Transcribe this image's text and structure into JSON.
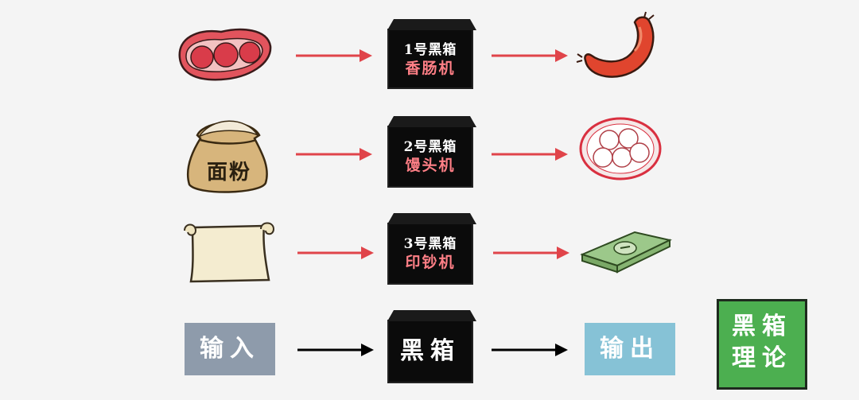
{
  "rows": [
    {
      "input": "meat-icon",
      "box_title": "1号黑箱",
      "box_name": "香肠机",
      "output": "sausage-icon"
    },
    {
      "input": "flour-sack-icon",
      "input_label": "面粉",
      "box_title": "2号黑箱",
      "box_name": "馒头机",
      "output": "steamed-buns-icon"
    },
    {
      "input": "paper-scroll-icon",
      "box_title": "3号黑箱",
      "box_name": "印钞机",
      "output": "banknote-stack-icon"
    }
  ],
  "summary": {
    "input_label": "输入",
    "box_label": "黑箱",
    "output_label": "输出",
    "theory_line1": "黑箱",
    "theory_line2": "理论"
  },
  "colors": {
    "red_arrow": "#e0444a",
    "black_arrow": "#000000",
    "input_box": "#8e9bab",
    "output_box": "#86c2d6",
    "theory_box": "#4caf50"
  }
}
